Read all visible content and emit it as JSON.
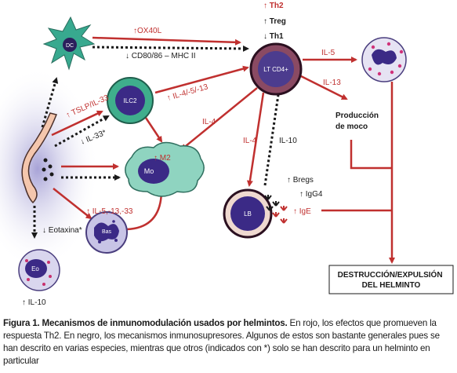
{
  "diagram": {
    "top_effects": {
      "th2": "↑ Th2",
      "treg": "↑ Treg",
      "th1": "↓ Th1"
    },
    "cells": {
      "dc": "DC",
      "ilc2": "ILC2",
      "th_cell": "LT CD4+",
      "macrophage": "Mo",
      "basophil": "Bas",
      "eosinophil": "Eo",
      "b_cell": "LB"
    },
    "labels": {
      "ox40l": "↑OX40L",
      "cd80": "↓ CD80/86 – MHC II",
      "tslp": "↑ TSLP/IL-33",
      "il33": "↓ IL-33*",
      "il4513": "↑ IL-4/-5/-13",
      "m2": "↑ M2",
      "il4_left": "IL-4",
      "il4_down": "IL-4",
      "il10_mid": "IL-10",
      "il5": "IL-5",
      "il13": "IL-13",
      "mucus": "Producción\nde moco",
      "bregs": "↑ Bregs",
      "igg4": "↑ IgG4",
      "ige": "↑ IgE",
      "il51333": "↑ IL-5,-13,-33",
      "eotaxin": "↓ Eotaxina*",
      "il10_eo": "↑ IL-10",
      "destruction": "DESTRUCCIÓN/EXPULSIÓN\nDEL HELMINTO"
    }
  },
  "caption": {
    "lead": "Figura 1. Mecanismos de inmunomodulación usados por helmintos.",
    "body": " En rojo, los efectos que promueven la respuesta Th2. En negro, los mecanismos inmunosupresores. Algunos de estos son bastante generales pues se han descrito en varias especies, mientras que otros (indicados con *) solo se han descrito para un helminto en particular"
  },
  "colors": {
    "red": "#c0302f",
    "black": "#1a1a1a",
    "teal": "#3aa58e",
    "purple": "#3d2a7a",
    "tcell": "#8a4a63"
  }
}
